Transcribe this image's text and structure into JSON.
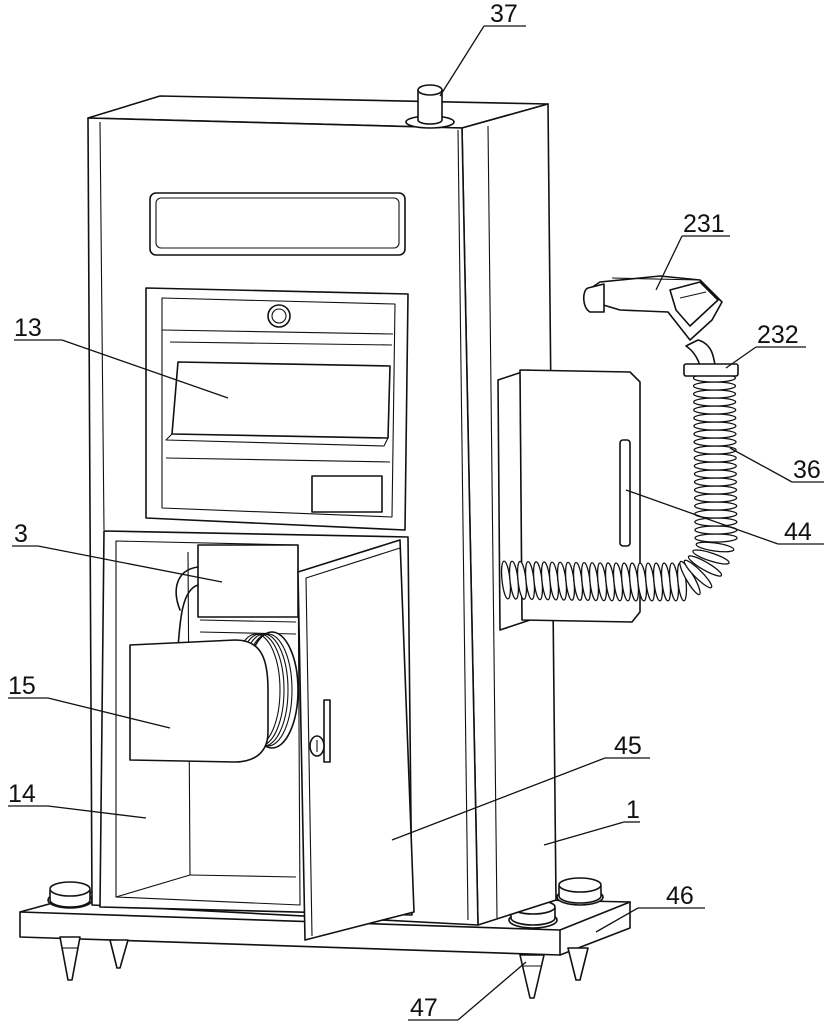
{
  "labels": {
    "l37": "37",
    "l231": "231",
    "l232": "232",
    "l13": "13",
    "l36": "36",
    "l44": "44",
    "l3": "3",
    "l15": "15",
    "l45": "45",
    "l14": "14",
    "l1": "1",
    "l46": "46",
    "l47": "47"
  }
}
